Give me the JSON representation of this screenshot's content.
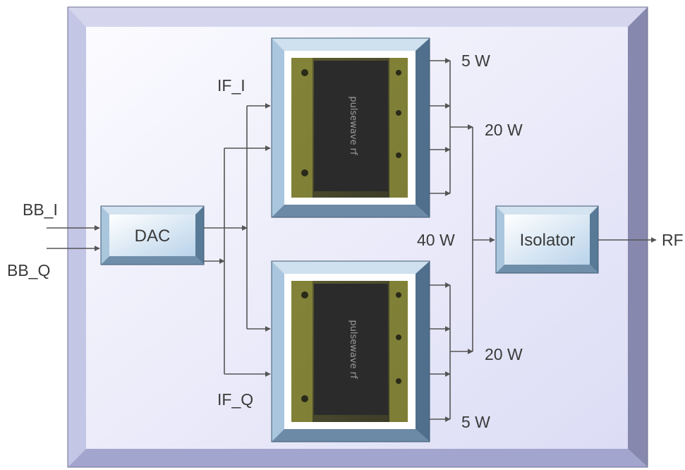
{
  "diagram": {
    "dac": {
      "label": "DAC"
    },
    "isolator": {
      "label": "Isolator"
    },
    "chip_marking": "pulsewave rf",
    "inputs": {
      "bb_i": "BB_I",
      "bb_q": "BB_Q"
    },
    "if_labels": {
      "if_i": "IF_I",
      "if_q": "IF_Q"
    },
    "power_labels": {
      "top_5w": "5 W",
      "top_20w": "20 W",
      "combined_40w": "40 W",
      "bottom_20w": "20 W",
      "bottom_5w": "5 W"
    },
    "output": {
      "rf": "RF"
    }
  },
  "colors": {
    "outer_face_top": "#f8f8ff",
    "outer_face_bottom": "#e2e3f7",
    "bevel_top": "#d2d4ec",
    "bevel_left": "#b9bce0",
    "bevel_right": "#7f81aa",
    "bevel_bottom": "#9c9fc9",
    "block_bevel_top": "#cfe0ee",
    "block_bevel_left": "#a9c6de",
    "block_bevel_right": "#4f6f8c",
    "block_bevel_bottom": "#6c8aa6",
    "wire": "#555555",
    "chip_body": "#2b2b2b",
    "chip_gold": "#8a8a3a",
    "text": "#3a3a3a"
  }
}
